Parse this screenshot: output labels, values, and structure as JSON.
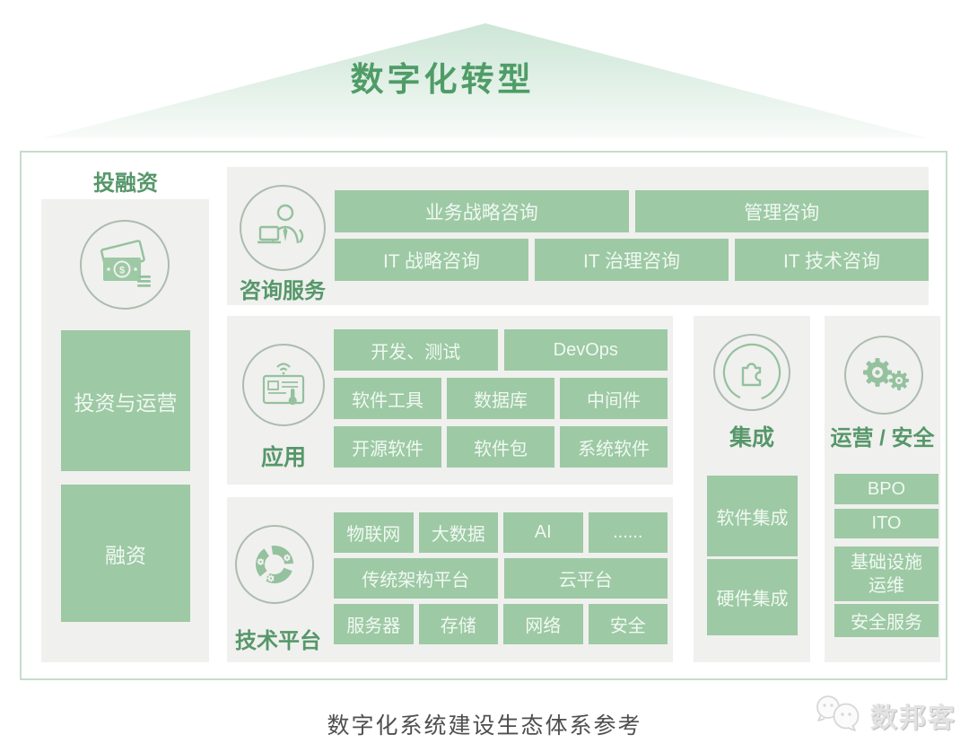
{
  "roof_title": "数字化转型",
  "caption": "数字化系统建设生态体系参考",
  "watermark": "数邦客",
  "colors": {
    "box_green": "#9dc9a5",
    "label_green": "#56976a",
    "panel_gray": "#f0f0ee",
    "roof_green": "#cde6d7",
    "title_green": "#4f9c67",
    "frame_border": "#c6dccd"
  },
  "investment": {
    "label": "投融资",
    "icon": "money-icon",
    "boxes": [
      "投资与运营",
      "融资"
    ]
  },
  "consulting": {
    "label": "咨询服务",
    "icon": "consultant-icon",
    "rows": [
      [
        "业务战略咨询",
        "管理咨询"
      ],
      [
        "IT 战略咨询",
        "IT 治理咨询",
        "IT 技术咨询"
      ]
    ]
  },
  "application": {
    "label": "应用",
    "icon": "tablet-touch-icon",
    "rows": [
      [
        "开发、测试",
        "DevOps"
      ],
      [
        "软件工具",
        "数据库",
        "中间件"
      ],
      [
        "开源软件",
        "软件包",
        "系统软件"
      ]
    ]
  },
  "tech_platform": {
    "label": "技术平台",
    "icon": "platform-wheel-icon",
    "rows": [
      [
        "物联网",
        "大数据",
        "AI",
        "......"
      ],
      [
        "传统架构平台",
        "云平台"
      ],
      [
        "服务器",
        "存储",
        "网络",
        "安全"
      ]
    ]
  },
  "integration": {
    "label": "集成",
    "icon": "puzzle-icon",
    "boxes": [
      "软件集成",
      "硬件集成"
    ]
  },
  "ops_security": {
    "label": "运营 / 安全",
    "icon": "gears-icon",
    "boxes": [
      "BPO",
      "ITO",
      "基础设施运维",
      "安全服务"
    ]
  }
}
